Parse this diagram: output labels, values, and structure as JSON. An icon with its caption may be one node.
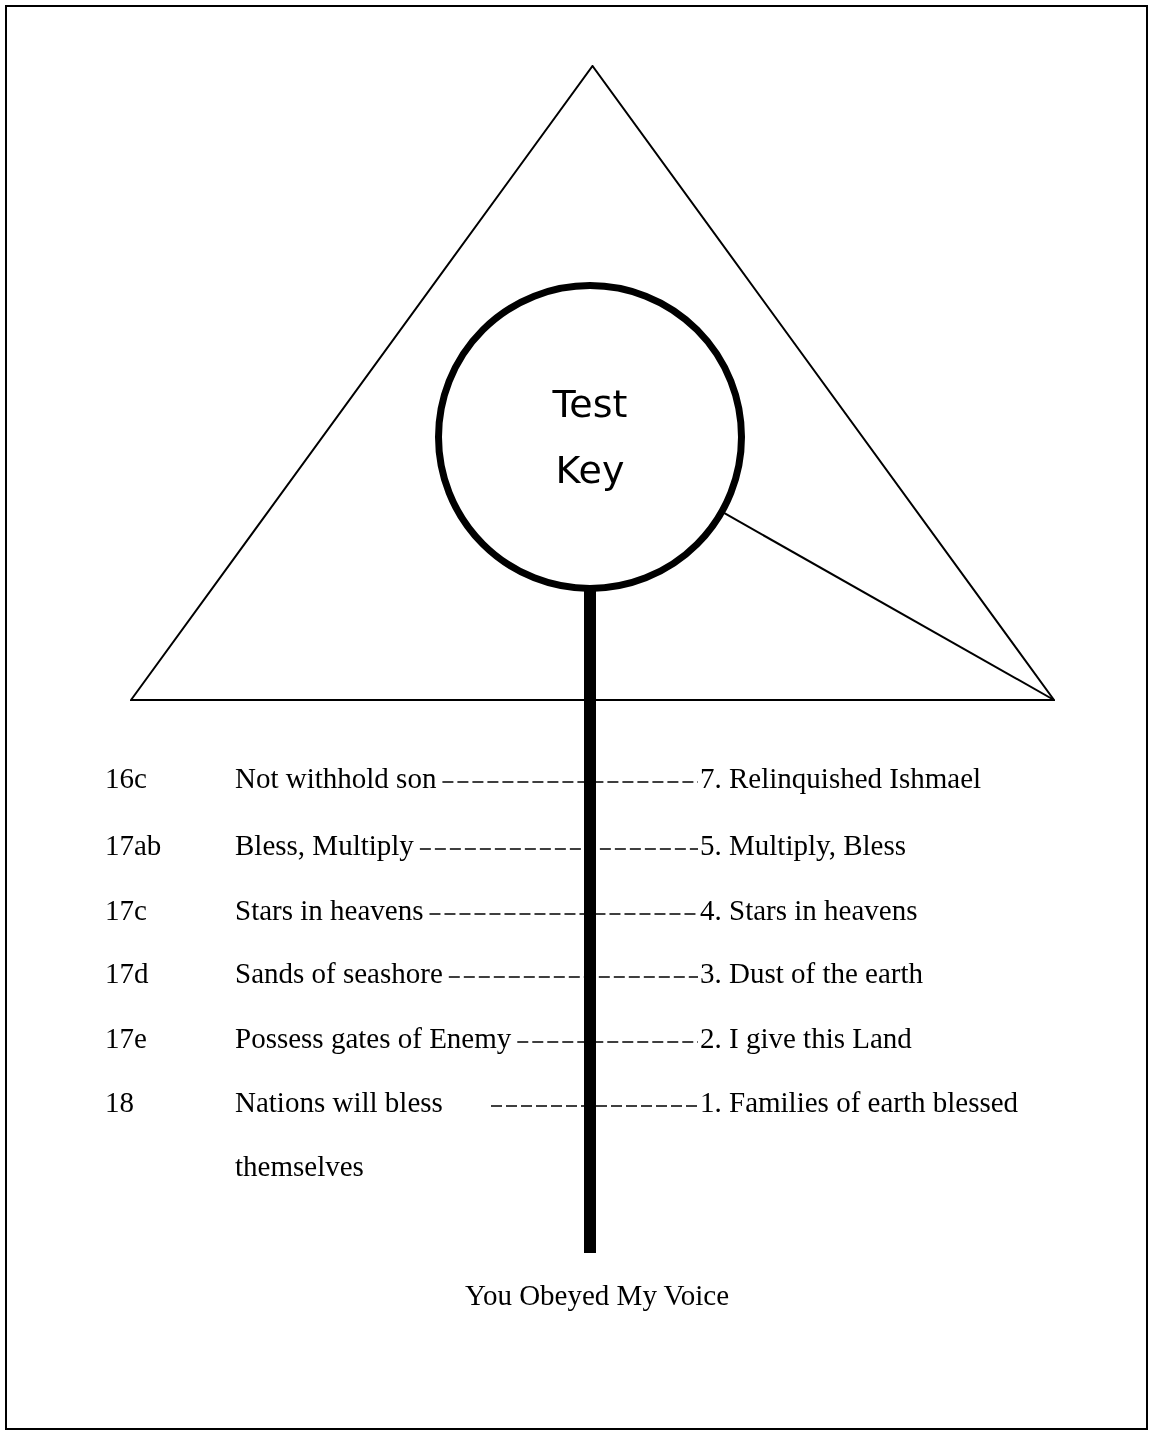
{
  "diagram": {
    "nodes": [
      {
        "text": [],
        "shape": "triangle"
      },
      {
        "text": [
          "Test Key"
        ],
        "in": 0
      },
      {
        "text": [
          "Not withhold son"
        ]
      },
      {
        "text": [
          "7. Relinquished Ishmael"
        ]
      },
      {
        "text": [
          "Bless, Multiply"
        ]
      },
      {
        "text": [
          "5. Multiply, Bless"
        ]
      },
      {
        "text": [
          "Stars in heavens"
        ]
      },
      {
        "text": [
          "4. Stars in heavens"
        ]
      },
      {
        "text": [
          "Sands of seashore"
        ]
      },
      {
        "text": [
          "3. Dust of the earth"
        ]
      },
      {
        "text": [
          "Possess gates of Enemy"
        ]
      },
      {
        "text": [
          "2. I give this Land"
        ]
      },
      {
        "text": [
          "Nations will bless themselves"
        ]
      },
      {
        "text": [
          "1. Families of earth blessed"
        ]
      },
      {
        "text": [
          "You Obeyed My Voice"
        ]
      }
    ],
    "edges": [
      {
        "from": 1,
        "to": 0,
        "arrow": "none"
      },
      {
        "from": 1,
        "to": 14,
        "arrow": "none",
        "style": "thick"
      },
      {
        "from": 2,
        "to": 3,
        "arrow": "none",
        "style": "dashed"
      },
      {
        "from": 4,
        "to": 5,
        "arrow": "none",
        "style": "dashed"
      },
      {
        "from": 6,
        "to": 7,
        "arrow": "none",
        "style": "dashed"
      },
      {
        "from": 8,
        "to": 9,
        "arrow": "none",
        "style": "dashed"
      },
      {
        "from": 10,
        "to": 11,
        "arrow": "none",
        "style": "dashed"
      },
      {
        "from": 12,
        "to": 13,
        "arrow": "none",
        "style": "dashed"
      }
    ],
    "labels": [
      "16c",
      "17ab",
      "17c",
      "17d",
      "17e",
      "18"
    ]
  }
}
